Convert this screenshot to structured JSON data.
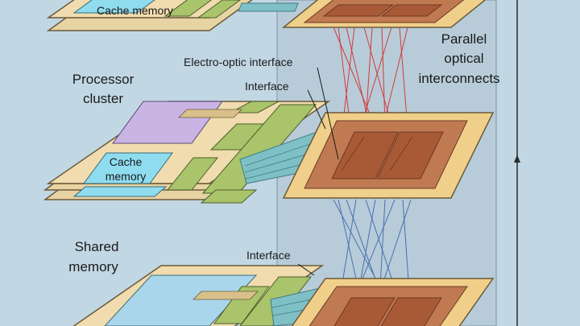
{
  "labels": {
    "top_cache": "Cache memory",
    "electro_optic": "Electro-optic interface",
    "parallel_l1": "Parallel",
    "parallel_l2": "optical",
    "parallel_l3": "interconnects",
    "processor_l1": "Processor",
    "processor_l2": "cluster",
    "interface_mid": "Interface",
    "cache_l1": "Cache",
    "cache_l2": "memory",
    "shared_l1": "Shared",
    "shared_l2": "memory",
    "interface_bottom": "Interface"
  },
  "colors": {
    "background": "#c2d7e4",
    "board_fill": "#f0dcae",
    "board_edge": "#6b5a3a",
    "memory_cyan": "#8fdcef",
    "processor_lavender": "#c9b4e4",
    "chip_green": "#a9c46b",
    "optical_tan": "#f0cf8a",
    "optical_copper": "#c07a52",
    "red_fibers": "#d23a3a",
    "blue_fibers": "#4a6fb3",
    "ribbon": "#7fc0c7"
  }
}
